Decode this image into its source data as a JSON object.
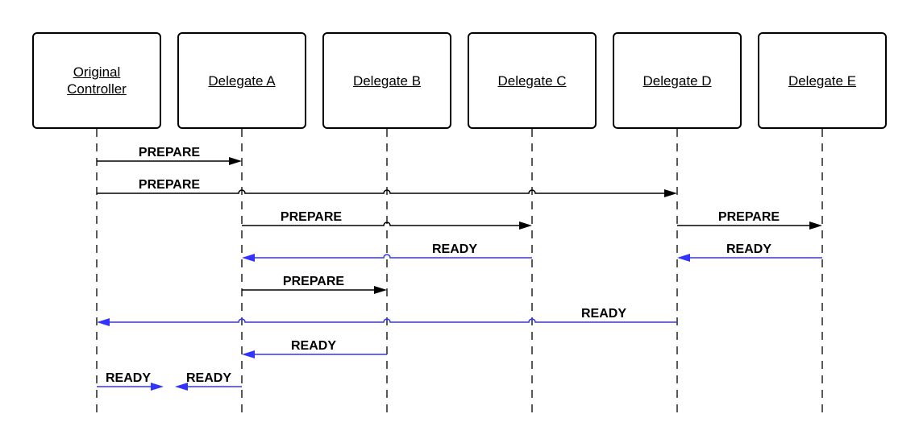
{
  "actors": [
    {
      "label": "Original\nController"
    },
    {
      "label": "Delegate A"
    },
    {
      "label": "Delegate B"
    },
    {
      "label": "Delegate C"
    },
    {
      "label": "Delegate D"
    },
    {
      "label": "Delegate E"
    }
  ],
  "colors": {
    "request": "#000000",
    "response": "#3333ff"
  },
  "messages": [
    {
      "label": "PREPARE",
      "from": 0,
      "to": 1,
      "kind": "request"
    },
    {
      "label": "PREPARE",
      "from": 0,
      "to": 4,
      "kind": "request"
    },
    {
      "label": "PREPARE",
      "from": 1,
      "to": 3,
      "kind": "request"
    },
    {
      "label": "PREPARE",
      "from": 4,
      "to": 5,
      "kind": "request"
    },
    {
      "label": "READY",
      "from": 3,
      "to": 1,
      "kind": "response"
    },
    {
      "label": "READY",
      "from": 5,
      "to": 4,
      "kind": "response"
    },
    {
      "label": "PREPARE",
      "from": 1,
      "to": 2,
      "kind": "request"
    },
    {
      "label": "READY",
      "from": 4,
      "to": 0,
      "kind": "response"
    },
    {
      "label": "READY",
      "from": 2,
      "to": 1,
      "kind": "response"
    },
    {
      "label": "READY",
      "from": 0,
      "to": null,
      "kind": "response"
    },
    {
      "label": "READY",
      "from": 1,
      "to": null,
      "kind": "response"
    }
  ]
}
